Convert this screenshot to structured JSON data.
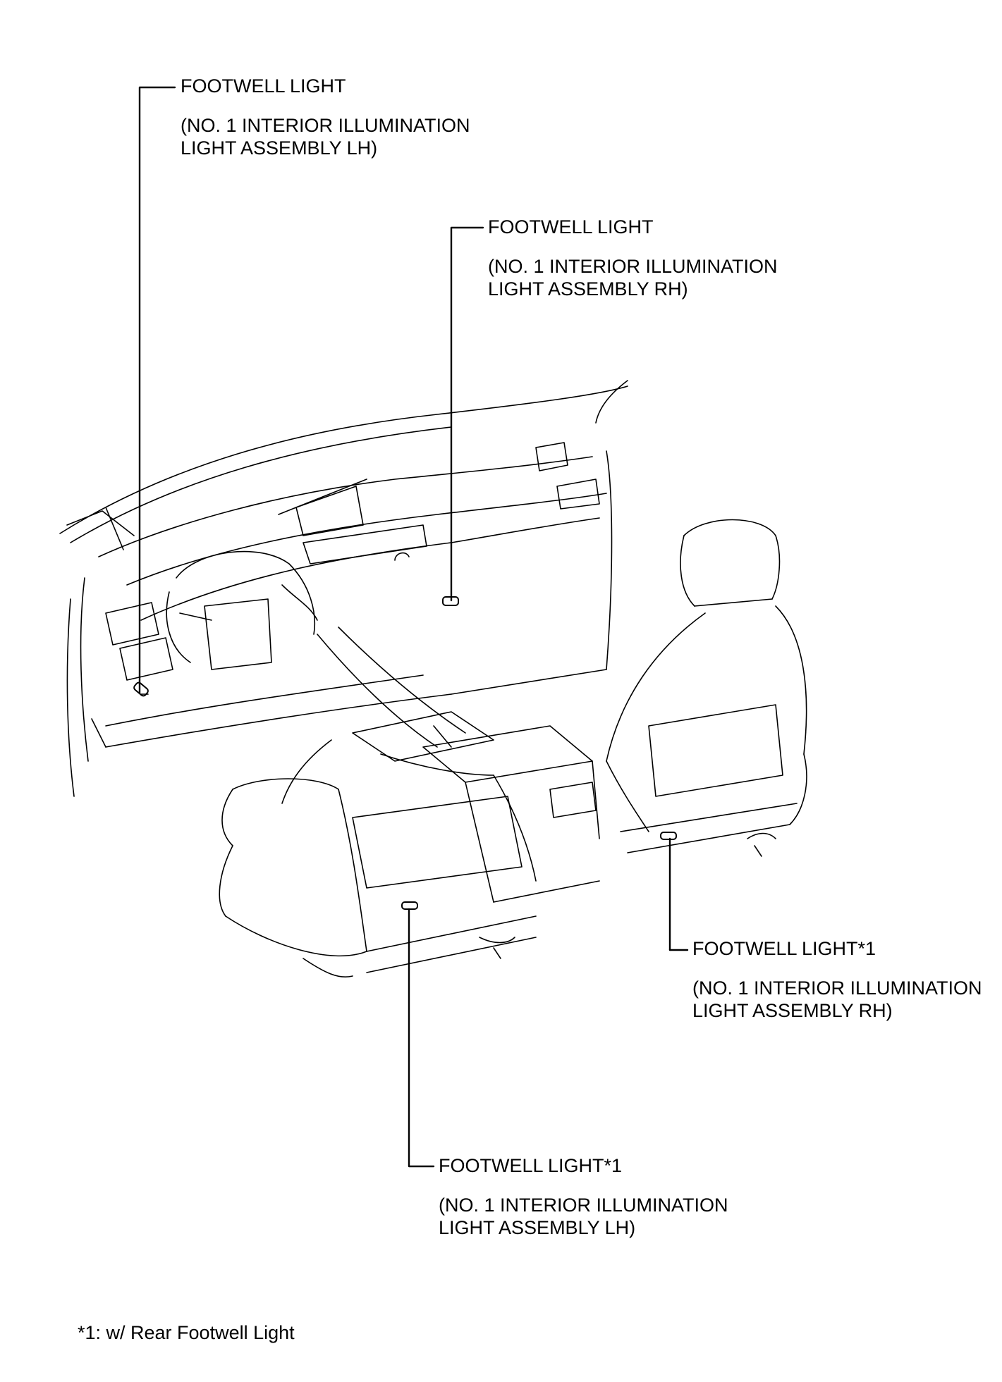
{
  "callouts": [
    {
      "title": "FOOTWELL LIGHT",
      "line1": "(NO. 1 INTERIOR ILLUMINATION",
      "line2": "LIGHT ASSEMBLY LH)"
    },
    {
      "title": "FOOTWELL LIGHT",
      "line1": "(NO. 1 INTERIOR ILLUMINATION",
      "line2": "LIGHT ASSEMBLY RH)"
    },
    {
      "title": "FOOTWELL LIGHT*1",
      "line1": "(NO. 1 INTERIOR ILLUMINATION",
      "line2": "LIGHT ASSEMBLY RH)"
    },
    {
      "title": "FOOTWELL LIGHT*1",
      "line1": "(NO. 1 INTERIOR ILLUMINATION",
      "line2": "LIGHT ASSEMBLY LH)"
    }
  ],
  "footnote": "*1: w/ Rear Footwell Light"
}
